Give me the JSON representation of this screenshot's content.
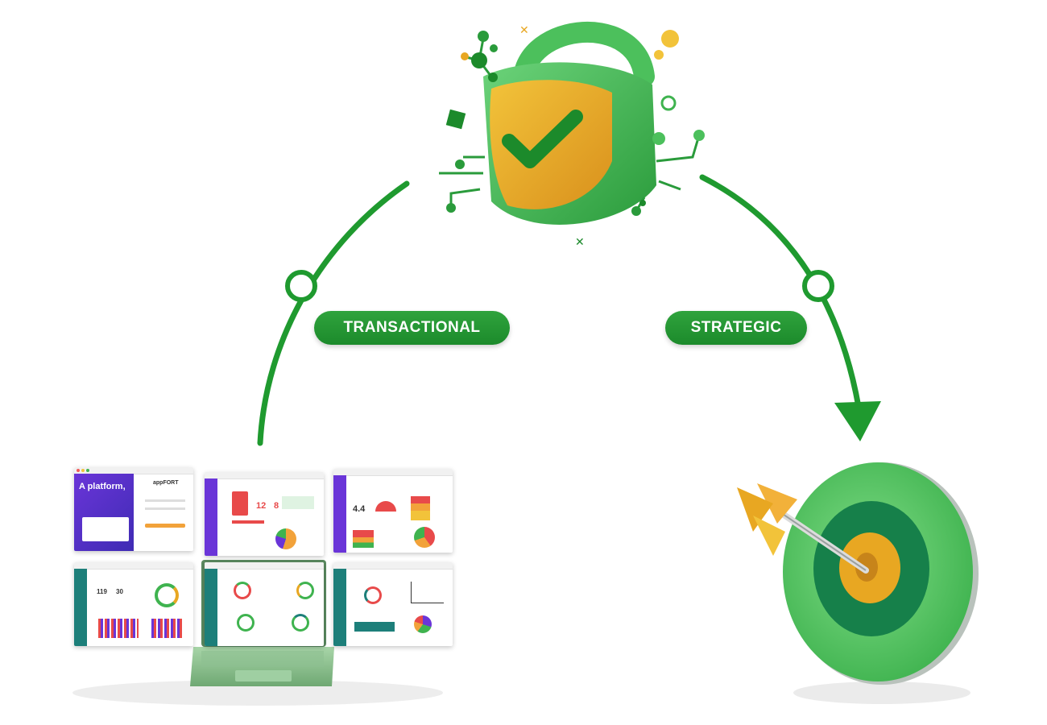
{
  "labels": {
    "left": "TRANSACTIONAL",
    "right": "STRATEGIC"
  },
  "screens": {
    "login_headline": "A platform,",
    "login_brand": "appFORT",
    "kpi_value": "4.4",
    "kpi_left": "119",
    "kpi_right": "30",
    "badge_left": "12",
    "badge_right": "8"
  },
  "colors": {
    "green_primary": "#1c8a2b",
    "green_light": "#5dc86a",
    "gold": "#e8a722",
    "purple": "#6a35d8",
    "teal": "#1d7f7a"
  },
  "icons": [
    "padlock-shield-check-icon",
    "target-dart-icon",
    "laptop-icon"
  ]
}
